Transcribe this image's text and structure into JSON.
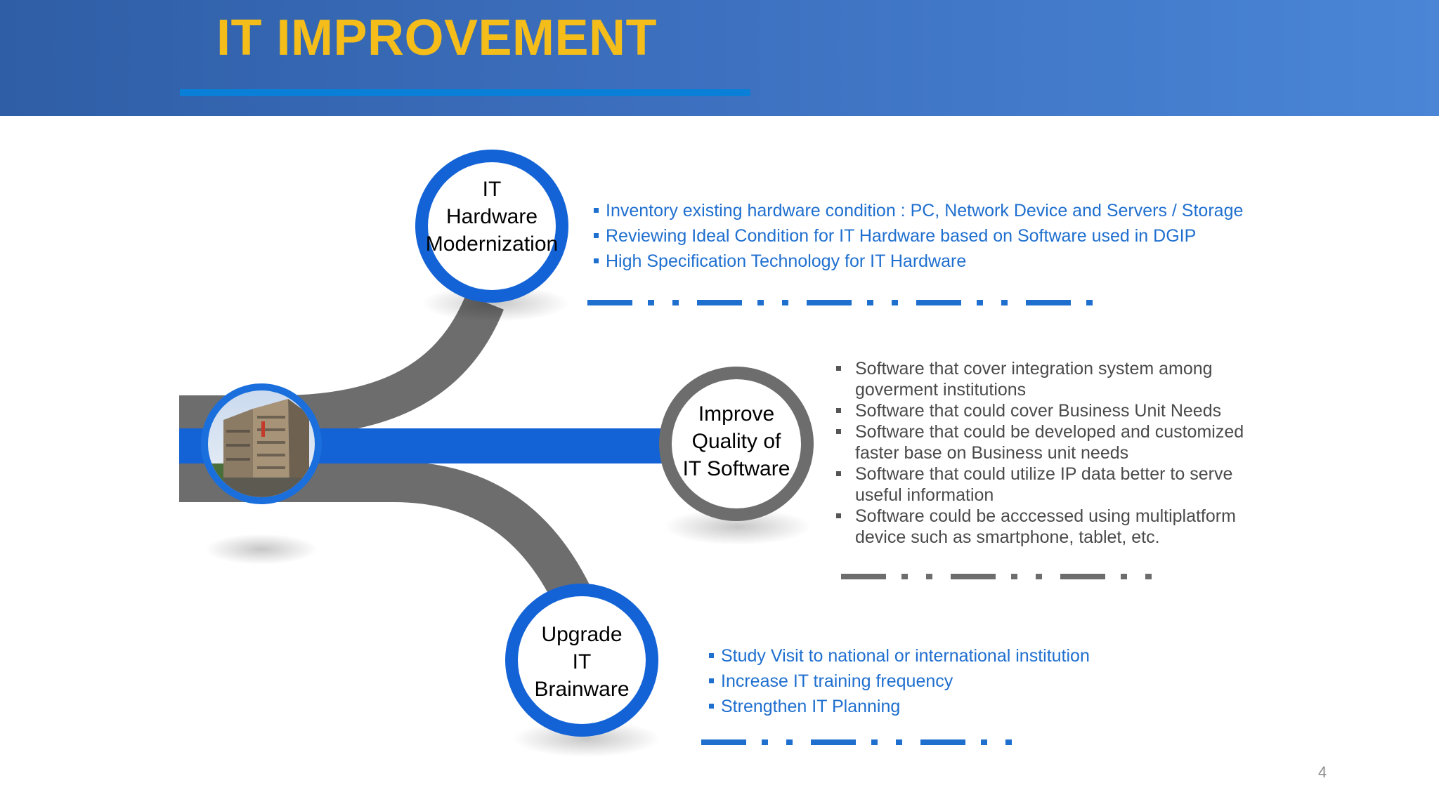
{
  "title": "IT IMPROVEMENT",
  "colors": {
    "header_blue": "#3c6fbe",
    "title_yellow": "#f4bd1a",
    "accent_blue": "#1f6fcf",
    "road_gray": "#6d6d6d",
    "text_gray": "#4a4a4a"
  },
  "nodes": {
    "hardware": {
      "label_lines": [
        "IT",
        "Hardware",
        "Modernization"
      ]
    },
    "software": {
      "label_lines": [
        "Improve",
        "Quality of",
        "IT Software"
      ]
    },
    "brainware": {
      "label_lines": [
        "Upgrade",
        "IT",
        "Brainware"
      ]
    }
  },
  "hardware_bullets": [
    "Inventory existing hardware condition : PC, Network Device and Servers / Storage",
    "Reviewing Ideal Condition for IT Hardware based on Software used in DGIP",
    "High Specification Technology for IT Hardware"
  ],
  "software_bullets": [
    "Software that cover integration system among goverment institutions",
    "Software that could cover Business Unit Needs",
    "Software that could be developed and customized faster base on Business unit needs",
    "Software that could utilize IP data better to serve useful information",
    "Software could be acccessed using multiplatform device such as smartphone, tablet, etc."
  ],
  "brainware_bullets": [
    "Study Visit to national or international institution",
    "Increase IT training frequency",
    "Strengthen IT Planning"
  ],
  "hub_image": "building-photo",
  "page_number": "4"
}
